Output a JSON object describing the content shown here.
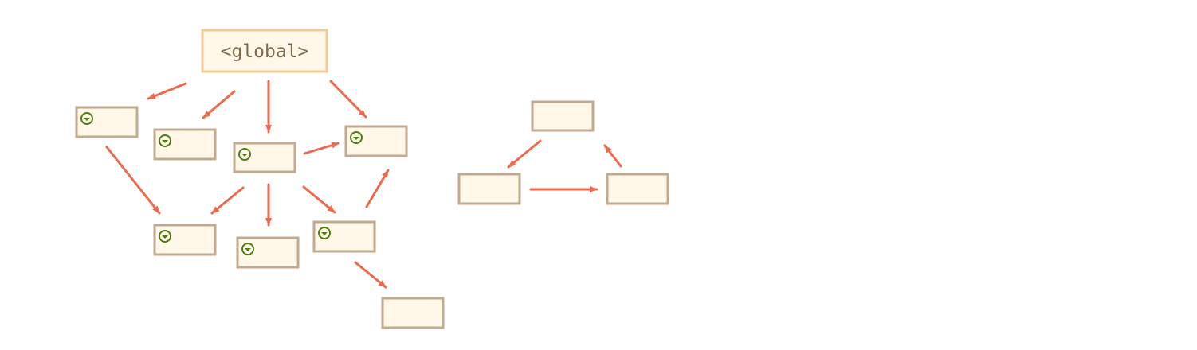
{
  "diagram": {
    "colors": {
      "background": "#ffffff",
      "box_fill": "#fff8e8",
      "box_border": "#c2aa91",
      "root_border": "#f0cc98",
      "root_text": "#806a4c",
      "arrow": "#ec6a4e",
      "marker": "#4f7d12"
    },
    "root": {
      "id": "global",
      "label": "<global>"
    },
    "nodes": [
      {
        "id": "n1",
        "marked": true,
        "icon": "marker-icon"
      },
      {
        "id": "n2",
        "marked": true,
        "icon": "marker-icon"
      },
      {
        "id": "n3",
        "marked": true,
        "icon": "marker-icon"
      },
      {
        "id": "n4",
        "marked": true,
        "icon": "marker-icon"
      },
      {
        "id": "n5",
        "marked": true,
        "icon": "marker-icon"
      },
      {
        "id": "n6",
        "marked": true,
        "icon": "marker-icon"
      },
      {
        "id": "n7",
        "marked": true,
        "icon": "marker-icon"
      },
      {
        "id": "n8",
        "marked": false
      },
      {
        "id": "c1",
        "marked": false
      },
      {
        "id": "c2",
        "marked": false
      },
      {
        "id": "c3",
        "marked": false
      }
    ],
    "edges": [
      {
        "from": "global",
        "to": "n1"
      },
      {
        "from": "global",
        "to": "n2"
      },
      {
        "from": "global",
        "to": "n3"
      },
      {
        "from": "global",
        "to": "n4"
      },
      {
        "from": "n3",
        "to": "n4"
      },
      {
        "from": "n1",
        "to": "n5"
      },
      {
        "from": "n3",
        "to": "n5"
      },
      {
        "from": "n3",
        "to": "n6"
      },
      {
        "from": "n3",
        "to": "n7"
      },
      {
        "from": "n7",
        "to": "n4"
      },
      {
        "from": "n7",
        "to": "n8"
      },
      {
        "from": "c1",
        "to": "c2"
      },
      {
        "from": "c2",
        "to": "c3"
      },
      {
        "from": "c3",
        "to": "c1"
      }
    ]
  }
}
